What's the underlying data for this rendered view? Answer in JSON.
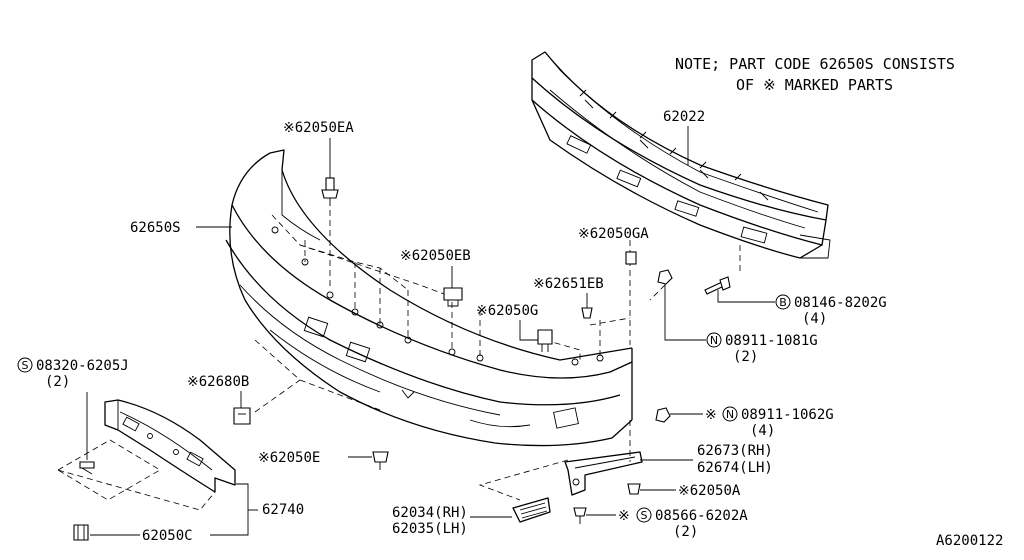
{
  "note": {
    "line1": "NOTE; PART CODE 62650S CONSISTS",
    "line2": "OF ※ MARKED PARTS"
  },
  "diagram_code": "A6200122",
  "labels": {
    "p62022": "62022",
    "p62050EA": "※62050EA",
    "p62650S": "62650S",
    "p62050EB": "※62050EB",
    "p62050GA": "※62050GA",
    "p62651EB": "※62651EB",
    "p62050G": "※62050G",
    "p08146": "08146-8202G",
    "p08146_qty": "(4)",
    "p08146_circle": "B",
    "p08911_1081": "08911-1081G",
    "p08911_1081_qty": "(2)",
    "p08911_1081_circle": "N",
    "p08320": "08320-6205J",
    "p08320_qty": "(2)",
    "p08320_circle": "S",
    "p62680B": "※62680B",
    "p08911_1062_prefix": "※",
    "p08911_1062": "08911-1062G",
    "p08911_1062_qty": "(4)",
    "p08911_1062_circle": "N",
    "p62050E": "※62050E",
    "p62673": "62673(RH)",
    "p62674": "62674(LH)",
    "p62050A": "※62050A",
    "p62740": "62740",
    "p62034": "62034(RH)",
    "p62035": "62035(LH)",
    "p08566_prefix": "※",
    "p08566": "08566-6202A",
    "p08566_qty": "(2)",
    "p08566_circle": "S",
    "p62050C": "62050C"
  }
}
